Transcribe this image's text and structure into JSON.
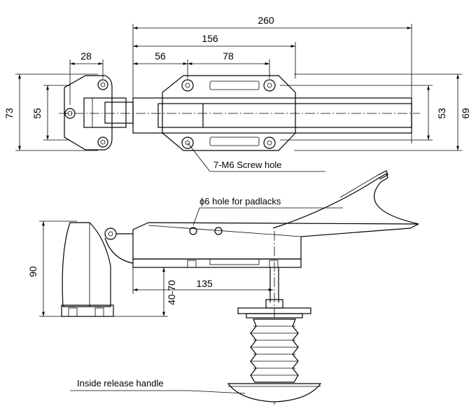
{
  "top_view": {
    "dim_260": "260",
    "dim_156": "156",
    "dim_56": "56",
    "dim_78": "78",
    "dim_28": "28",
    "dim_73": "73",
    "dim_55": "55",
    "dim_53": "53",
    "dim_69": "69",
    "screw_note": "7-M6 Screw hole"
  },
  "side_view": {
    "padlock_note": "ϕ6  hole for padlacks",
    "dim_90": "90",
    "dim_135": "135",
    "dim_40_70": "40-70",
    "release_note": "Inside release handle"
  }
}
